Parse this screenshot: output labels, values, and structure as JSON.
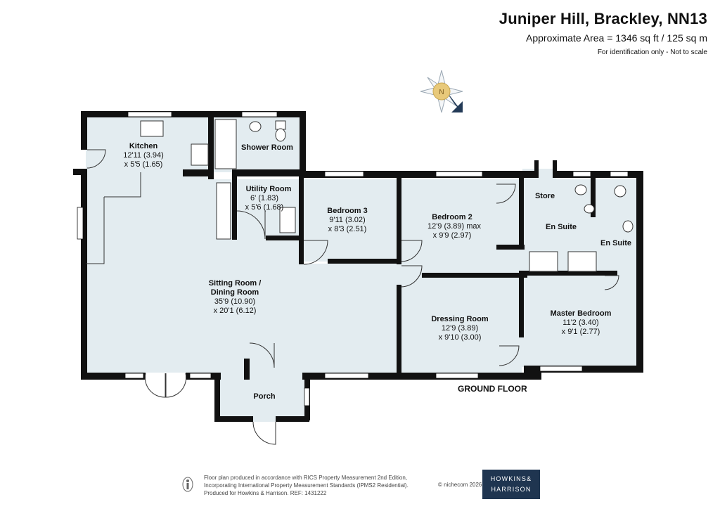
{
  "header": {
    "title": "Juniper Hill, Brackley, NN13",
    "area": "Approximate Area = 1346 sq ft / 125 sq m",
    "note": "For identification only - Not to scale"
  },
  "rooms": {
    "kitchen": {
      "name": "Kitchen",
      "dim1": "12'11 (3.94)",
      "dim2": "x 5'5 (1.65)"
    },
    "shower": {
      "name": "Shower Room"
    },
    "utility": {
      "name": "Utility  Room",
      "dim1": "6' (1.83)",
      "dim2": "x 5'6 (1.68)"
    },
    "bedroom3": {
      "name": "Bedroom 3",
      "dim1": "9'11 (3.02)",
      "dim2": "x 8'3 (2.51)"
    },
    "bedroom2": {
      "name": "Bedroom 2",
      "dim1": "12'9 (3.89) max",
      "dim2": "x 9'9 (2.97)"
    },
    "store": {
      "name": "Store"
    },
    "ensuite1": {
      "name": "En Suite"
    },
    "ensuite2": {
      "name": "En Suite"
    },
    "sitting": {
      "name1": "Sitting Room /",
      "name2": "Dining Room",
      "dim1": "35'9 (10.90)",
      "dim2": "x 20'1 (6.12)"
    },
    "dressing": {
      "name": "Dressing Room",
      "dim1": "12'9 (3.89)",
      "dim2": "x 9'10 (3.00)"
    },
    "master": {
      "name": "Master Bedroom",
      "dim1": "11'2 (3.40)",
      "dim2": "x 9'1 (2.77)"
    },
    "porch": {
      "name": "Porch"
    }
  },
  "floor_label": "GROUND FLOOR",
  "colors": {
    "room_fill": "#e3ecf0",
    "wall": "#111111",
    "compass_accent": "#233a57",
    "logo_bg": "#1f3550"
  },
  "footer": {
    "line1": "Floor plan produced in accordance with RICS Property Measurement 2nd Edition,",
    "line2": "Incorporating International Property Measurement Standards (IPMS2 Residential).",
    "line3": "Produced for Howkins & Harrison.   REF:  1431222",
    "copyright": "© nichecom 2026.",
    "logo_line1": "HOWKINS&",
    "logo_line2": "HARRISON"
  },
  "icons": {
    "compass": "compass-icon",
    "footer": "person-icon"
  }
}
